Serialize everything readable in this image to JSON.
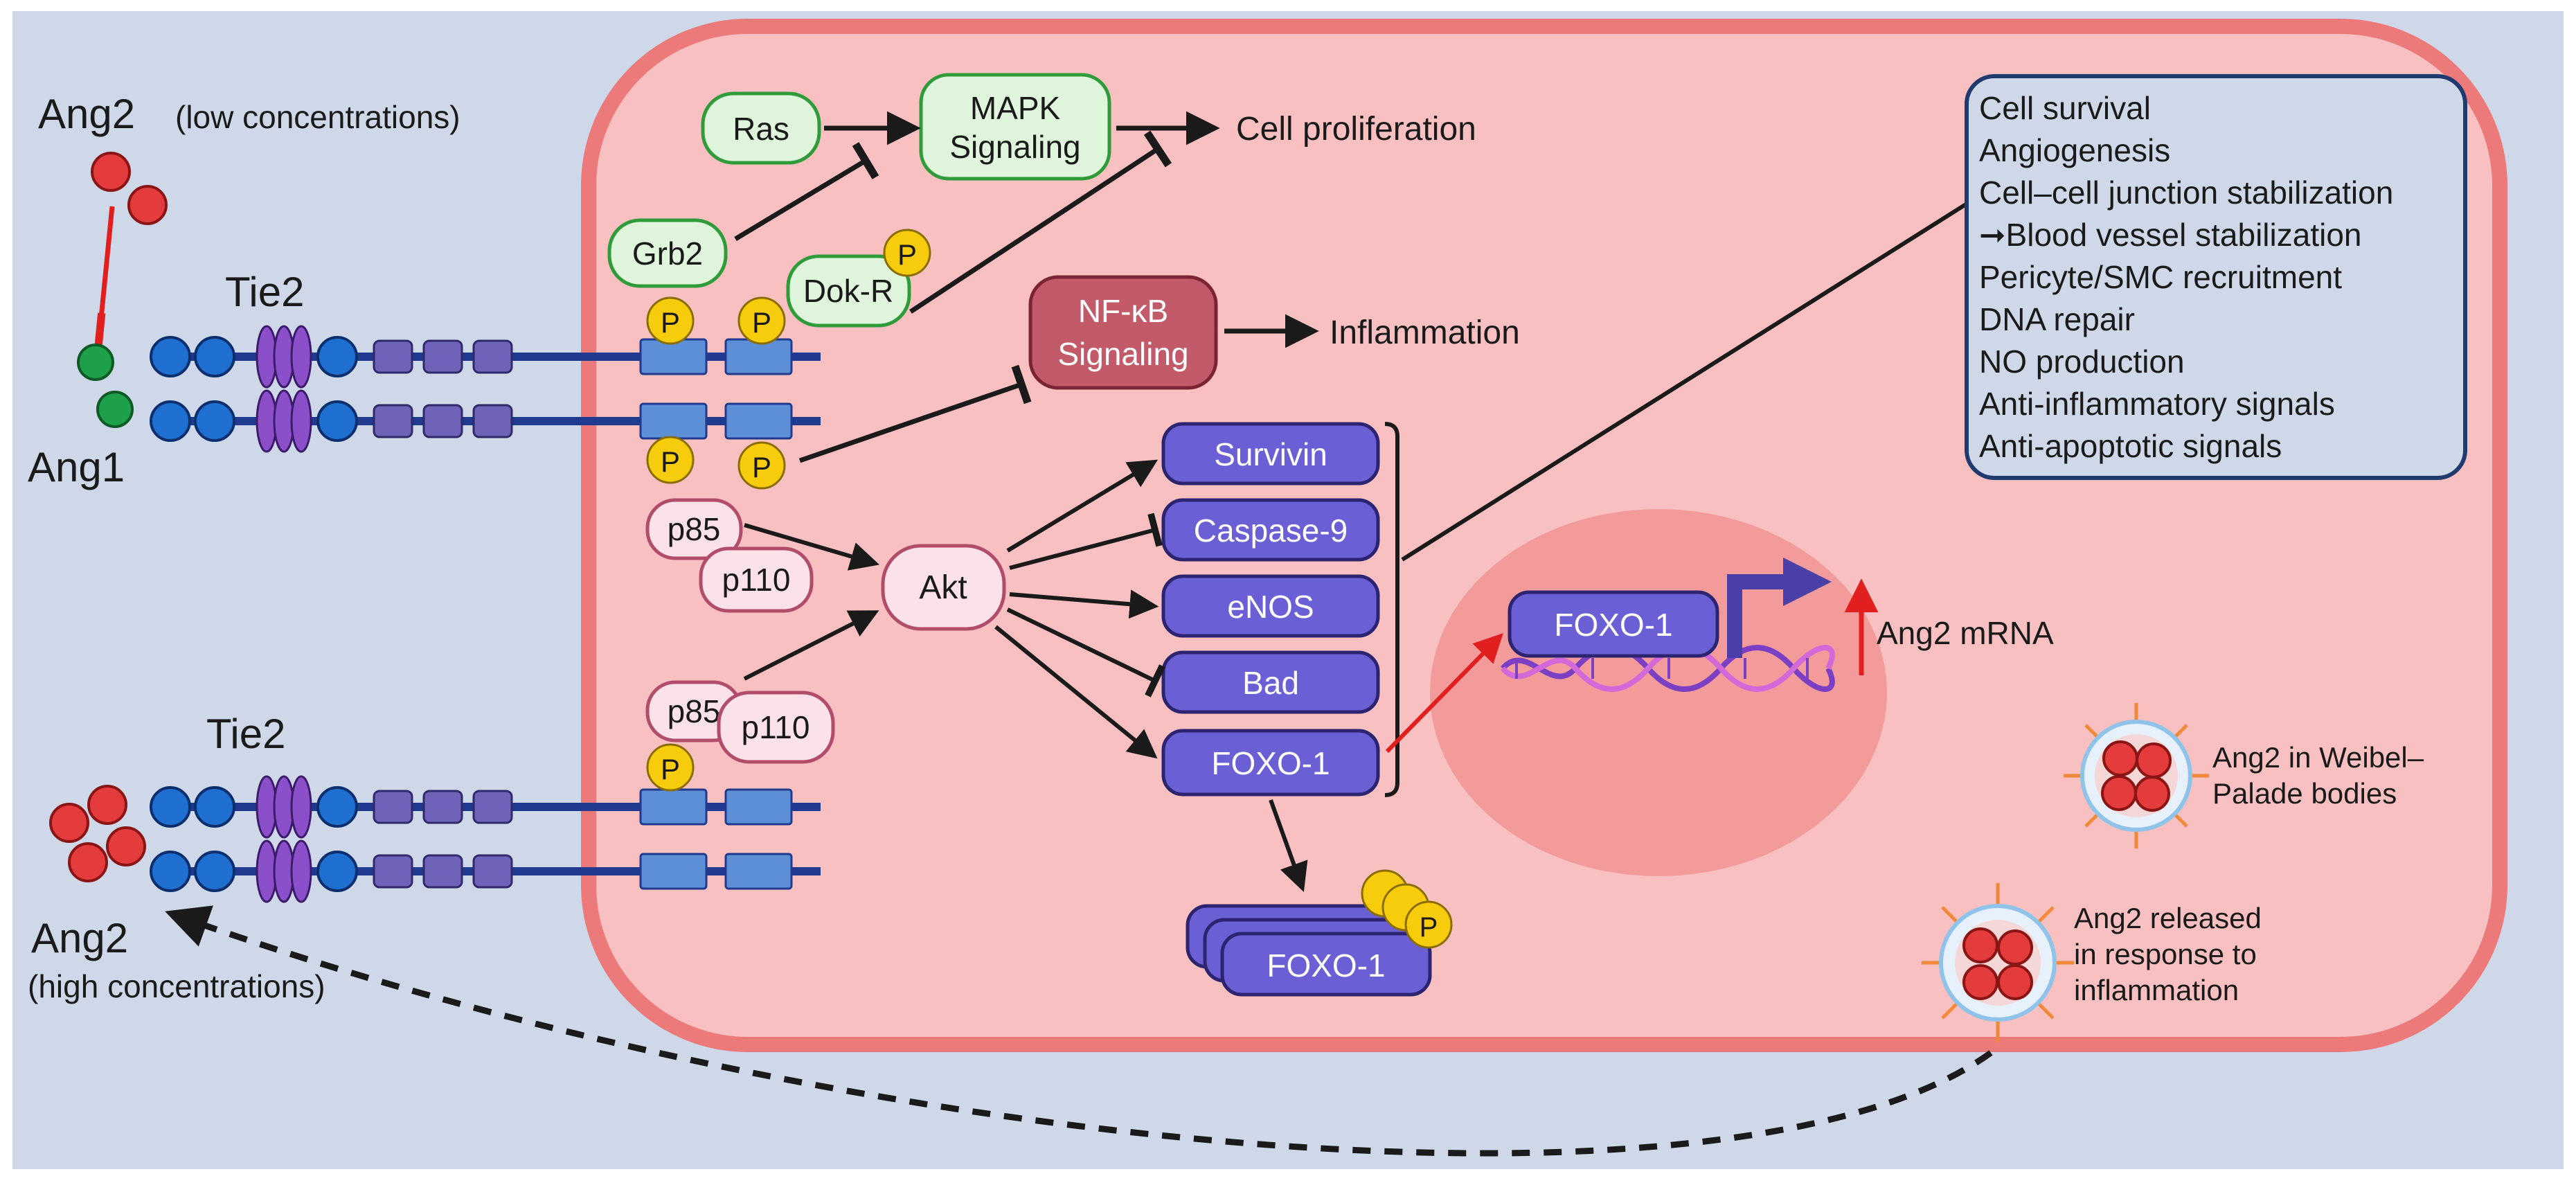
{
  "colors": {
    "background": "#cfd8e8",
    "cell_fill": "#f8c0c0",
    "cell_border": "#ec7a7a",
    "nucleus_fill": "#f39b9b",
    "receptor_line": "#1f3a8f",
    "domain_blue": "#1e6fd0",
    "domain_purple": "#8a4fc9",
    "domain_slate": "#6e63b8",
    "kinase_box": "#5c8fd6",
    "phospho": "#f7cc0d",
    "green_fill": "#dff5dc",
    "green_border": "#2f9b3a",
    "pink_fill": "#fbe1e8",
    "pink_border": "#b14d6a",
    "nfkb_fill": "#c35a6a",
    "purple_box": "#6b5fd6",
    "ang_red": "#e43c3c",
    "ang_green": "#1ea04a",
    "red_arrow": "#e21f1f",
    "text": "#1a1a1a"
  },
  "labels": {
    "ang2_low": "Ang2",
    "ang2_low_paren": "(low concentrations)",
    "ang1": "Ang1",
    "tie2_top": "Tie2",
    "tie2_bottom": "Tie2",
    "ang2_high": "Ang2",
    "ang2_high_paren": "(high concentrations)",
    "ras": "Ras",
    "mapk_line1": "MAPK",
    "mapk_line2": "Signaling",
    "cell_proliferation": "Cell proliferation",
    "grb2": "Grb2",
    "dokr": "Dok-R",
    "p": "P",
    "nfkb_line1": "NF-κB",
    "nfkb_line2": "Signaling",
    "inflammation": "Inflammation",
    "p85_top": "p85",
    "p110_top": "p110",
    "p85_bottom": "p85",
    "p110_bottom": "p110",
    "akt": "Akt",
    "survivin": "Survivin",
    "caspase9": "Caspase-9",
    "enos": "eNOS",
    "bad": "Bad",
    "foxo1": "FOXO-1",
    "foxo1_stack": "FOXO-1",
    "foxo1_nucleus": "FOXO-1",
    "ang2_mrna": "Ang2 mRNA",
    "wpb_line1": "Ang2 in Weibel–",
    "wpb_line2": "Palade bodies",
    "released_line1": "Ang2 released",
    "released_line2": "in response to",
    "released_line3": "inflammation"
  },
  "effects_box": {
    "items": [
      "Cell survival",
      "Angiogenesis",
      "Cell–cell junction stabilization",
      "➞Blood vessel stabilization",
      "Pericyte/SMC recruitment",
      "DNA repair",
      "NO production",
      "Anti-inflammatory signals",
      "Anti-apoptotic signals"
    ]
  }
}
